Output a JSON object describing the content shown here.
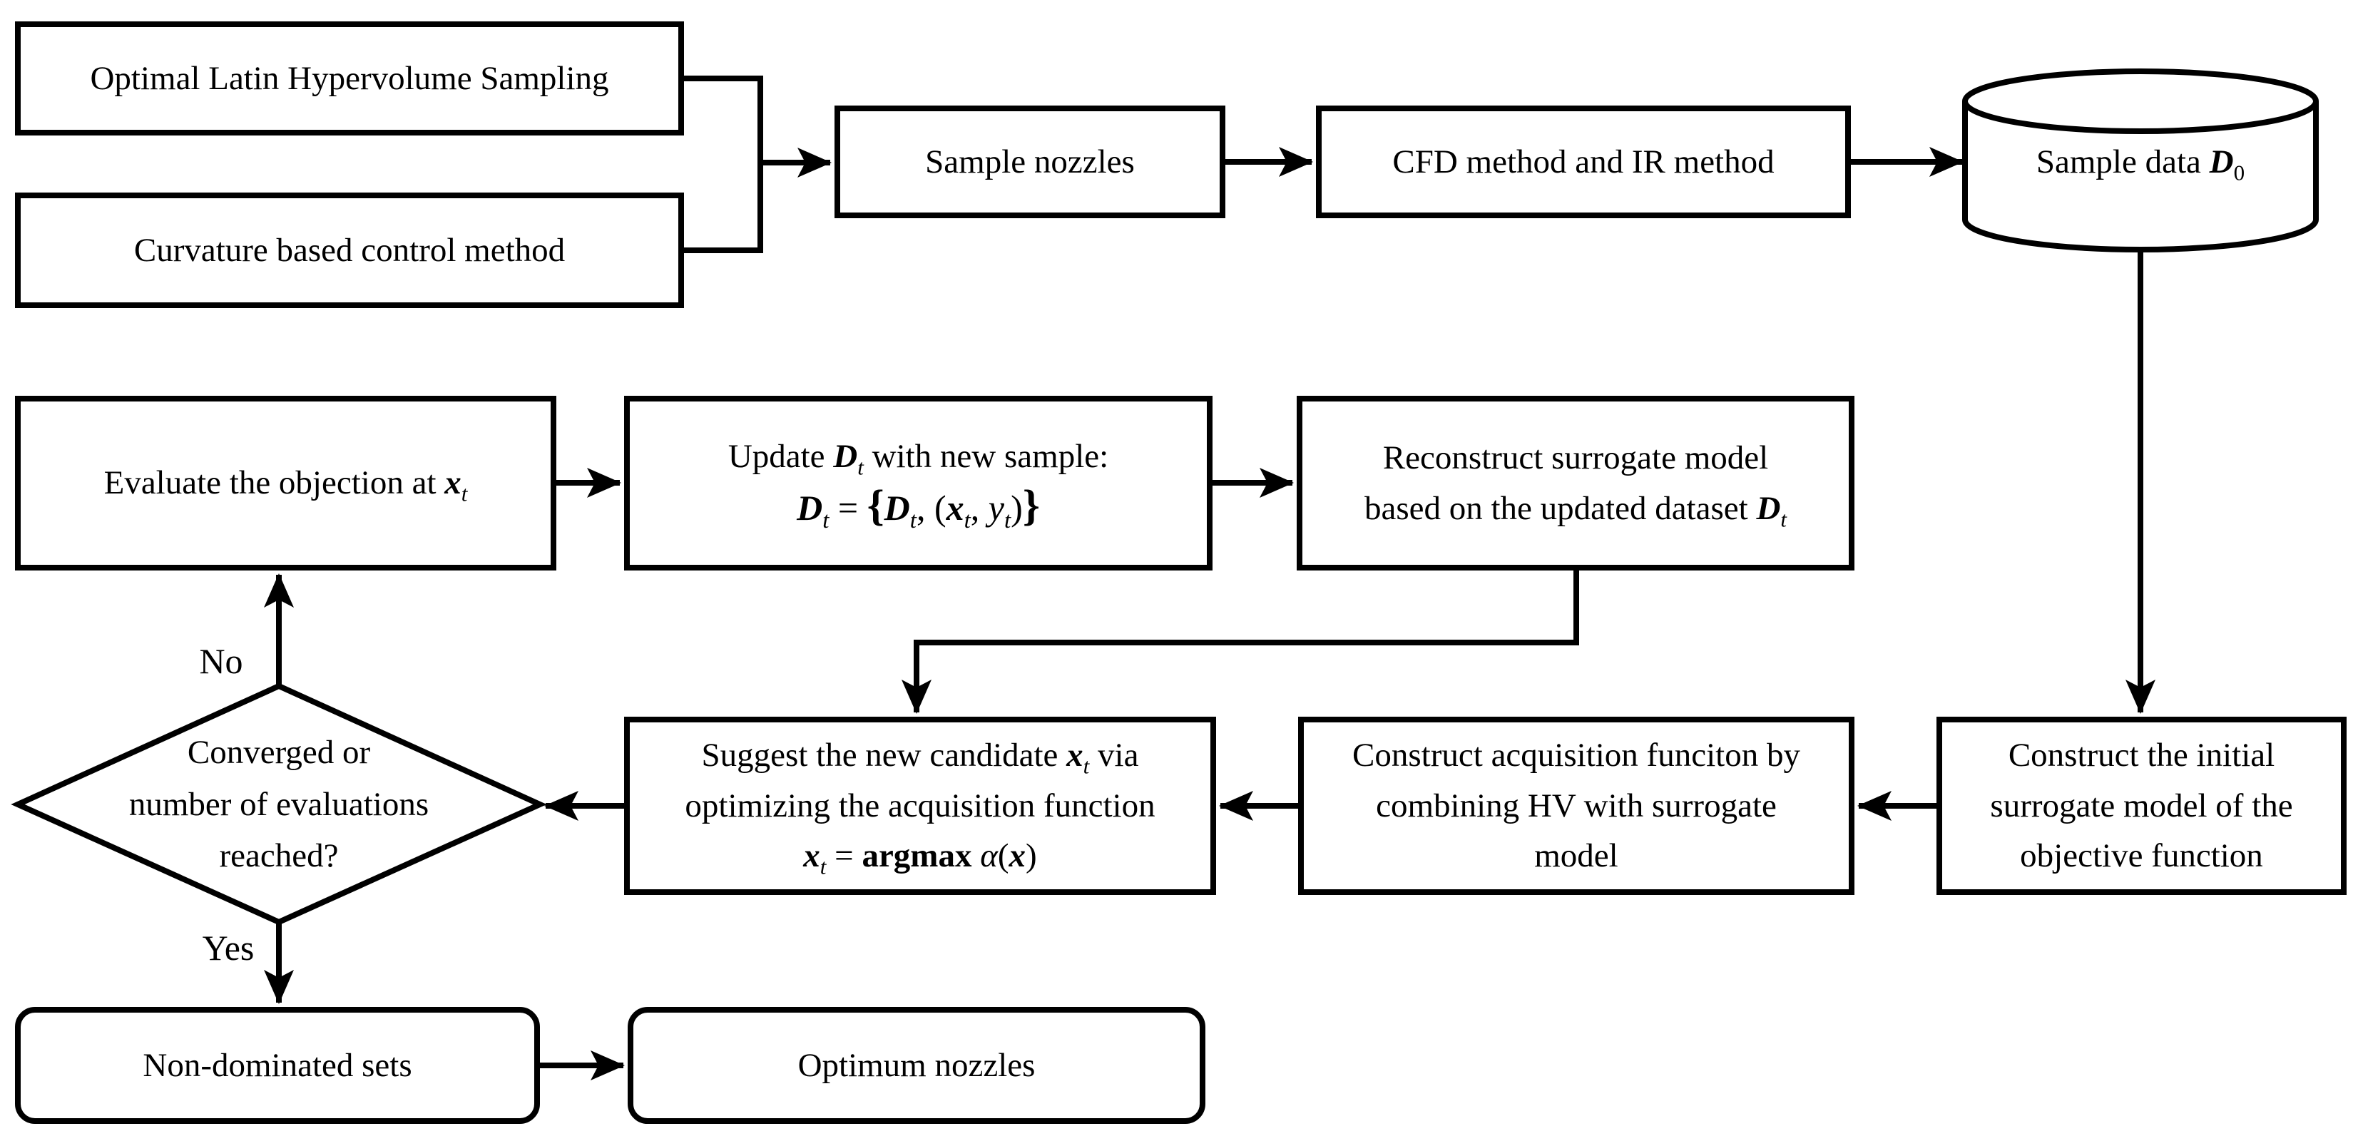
{
  "figure": {
    "background": "#ffffff",
    "stroke_color": "#000000"
  },
  "nodes": {
    "olhs": {
      "label": "Optimal Latin Hypervolume Sampling"
    },
    "curvature": {
      "label": "Curvature based control method"
    },
    "sample_nozzles": {
      "label": "Sample nozzles"
    },
    "cfd": {
      "label": "CFD method and IR method"
    },
    "sample_data": {
      "text": "Sample data",
      "set": "D",
      "set_sub": "0"
    },
    "evaluate": {
      "text": "Evaluate the objection at",
      "var": "x",
      "var_sub": "t"
    },
    "update": {
      "line1_a": "Update",
      "line1_set": "D",
      "line1_set_sub": "t",
      "line1_b": "with new sample:",
      "lhs": "D",
      "lhs_sub": "t",
      "eq": "=",
      "brace_open": "{",
      "rhs_set": "D",
      "rhs_set_sub": "t",
      "comma1": ", (",
      "x": "x",
      "x_sub": "t",
      "comma2": ", ",
      "y": "y",
      "y_sub": "t",
      "close": ")",
      "brace_close": "}"
    },
    "reconstruct": {
      "line1": "Reconstruct surrogate model",
      "line2": "based on the updated dataset",
      "set": "D",
      "set_sub": "t"
    },
    "converged": {
      "line1": "Converged or",
      "line2": "number of evaluations",
      "line3": "reached?"
    },
    "suggest": {
      "line1_a": "Suggest the new candidate",
      "x1": "x",
      "x1_sub": "t",
      "line1_b": "via",
      "line2": "optimizing the acquisition function",
      "x2": "x",
      "x2_sub": "t",
      "eq": "=",
      "op": "argmax",
      "alpha": "α",
      "open": "(",
      "x3": "x",
      "close": ")"
    },
    "acquisition": {
      "line1": "Construct acquisition funciton by",
      "line2": "combining HV with surrogate",
      "line3": "model"
    },
    "initial_model": {
      "line1": "Construct the initial",
      "line2": "surrogate model of the",
      "line3": "objective function"
    },
    "non_dominated": {
      "label": "Non-dominated sets"
    },
    "optimum": {
      "label": "Optimum nozzles"
    }
  },
  "edge_labels": {
    "no": "No",
    "yes": "Yes"
  }
}
